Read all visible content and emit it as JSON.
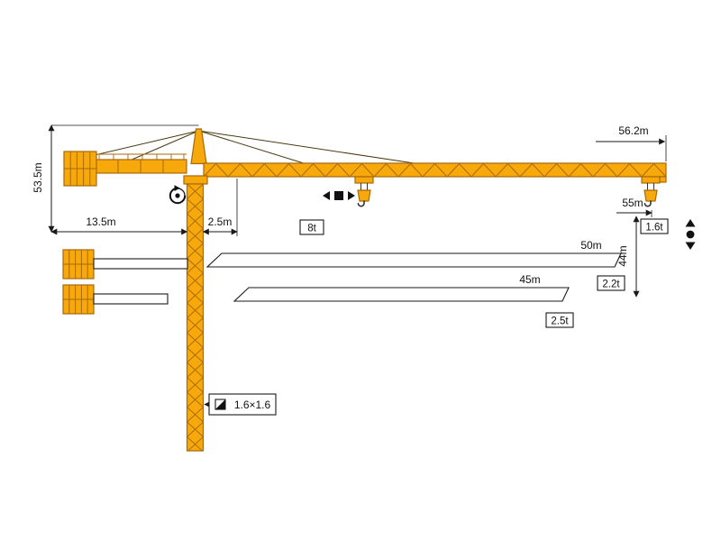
{
  "colors": {
    "crane_fill": "#F7A80B",
    "crane_outline": "#A8690A",
    "line": "#1A1A1A",
    "icon": "#111111",
    "panel": "#FFFFFF"
  },
  "labels": {
    "hook_height": "53.5m",
    "counterjib_radius": "13.5m",
    "min_radius": "2.5m",
    "max_radius": "56.2m",
    "tip_radius": "55m",
    "tip_capacity": "1.6t",
    "trolley_capacity": "8t",
    "under_hook_height": "44m",
    "jib_option_1_length": "50m",
    "jib_option_1_capacity": "2.2t",
    "jib_option_2_length": "45m",
    "jib_option_2_capacity": "2.5t",
    "tower_section": "1.6×1.6"
  },
  "icons": {
    "slewing": "rotation-arrow",
    "trolley_travel": "left-right-travel",
    "hoisting": "up-down-hoist"
  }
}
